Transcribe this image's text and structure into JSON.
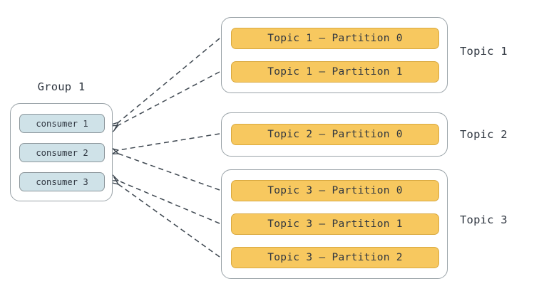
{
  "diagram": {
    "title_visible": false,
    "background": "#ffffff",
    "colors": {
      "partition_fill": "#f7c85f",
      "partition_border": "#d9a93f",
      "consumer_fill": "#cfe2e8",
      "consumer_border": "#8d979c",
      "container_border": "#9aa3a8",
      "text": "#2f3640",
      "edge": "#3f4851"
    }
  },
  "group": {
    "title": "Group 1",
    "consumers": [
      {
        "label": "consumer 1"
      },
      {
        "label": "consumer 2"
      },
      {
        "label": "consumer 3"
      }
    ]
  },
  "topics": [
    {
      "label": "Topic 1",
      "partitions": [
        {
          "label": "Topic 1 – Partition 0"
        },
        {
          "label": "Topic 1 – Partition 1"
        }
      ]
    },
    {
      "label": "Topic 2",
      "partitions": [
        {
          "label": "Topic 2 – Partition 0"
        }
      ]
    },
    {
      "label": "Topic 3",
      "partitions": [
        {
          "label": "Topic 3 – Partition 0"
        },
        {
          "label": "Topic 3 – Partition 1"
        },
        {
          "label": "Topic 3 – Partition 2"
        }
      ]
    }
  ],
  "edges": [
    {
      "from": "topic-1-partition-0",
      "to": "consumer-1",
      "style": "dashed",
      "arrow": "left"
    },
    {
      "from": "topic-1-partition-1",
      "to": "consumer-1",
      "style": "dashed",
      "arrow": "left"
    },
    {
      "from": "topic-2-partition-0",
      "to": "consumer-2",
      "style": "dashed",
      "arrow": "left"
    },
    {
      "from": "topic-3-partition-0",
      "to": "consumer-2",
      "style": "dashed",
      "arrow": "left"
    },
    {
      "from": "topic-3-partition-1",
      "to": "consumer-3",
      "style": "dashed",
      "arrow": "left"
    },
    {
      "from": "topic-3-partition-2",
      "to": "consumer-3",
      "style": "dashed",
      "arrow": "left"
    }
  ]
}
